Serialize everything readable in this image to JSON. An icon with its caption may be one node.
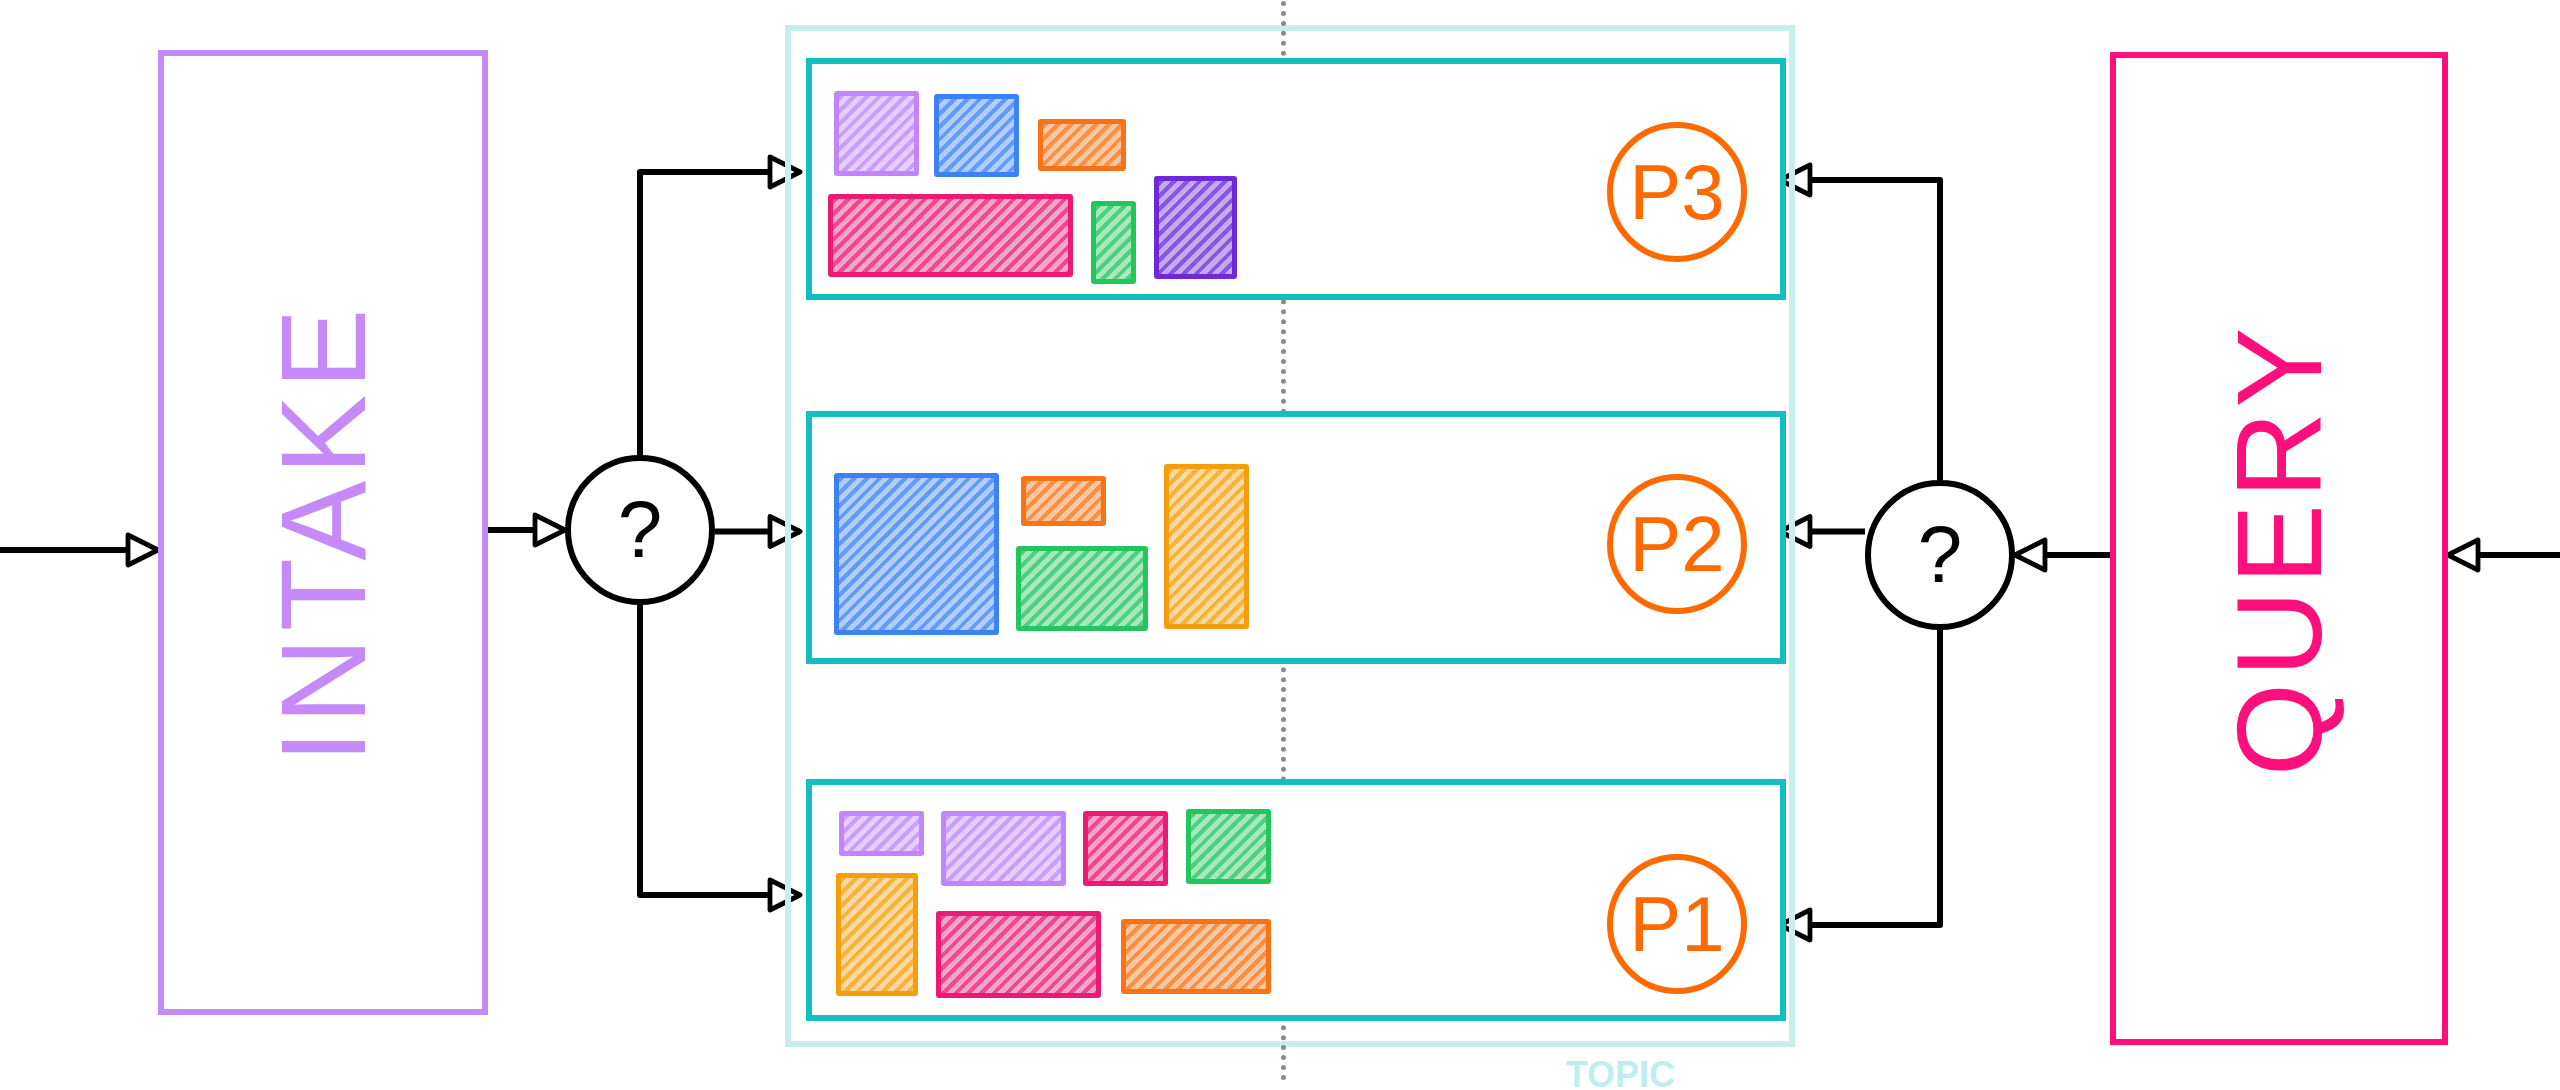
{
  "diagram": {
    "nodes": [
      {
        "text": [
          "INTAKE"
        ]
      },
      {
        "text": [
          "?"
        ]
      },
      {
        "text": [
          "TOPIC"
        ]
      },
      {
        "text": [],
        "shape": "box",
        "in": 2
      },
      {
        "text": [
          "P3"
        ],
        "in": 3
      },
      {
        "text": [],
        "shape": "box",
        "in": 2
      },
      {
        "text": [
          "P2"
        ],
        "in": 5
      },
      {
        "text": [],
        "shape": "box",
        "in": 2
      },
      {
        "text": [
          "P1"
        ],
        "in": 7
      },
      {
        "text": [
          "?"
        ]
      },
      {
        "text": [
          "QUERY"
        ]
      }
    ],
    "edges": [
      {
        "from": null,
        "to": 0,
        "arrow": "to"
      },
      {
        "from": 0,
        "to": 1,
        "arrow": "to"
      },
      {
        "from": 1,
        "to": 3,
        "arrow": "to"
      },
      {
        "from": 1,
        "to": 5,
        "arrow": "to"
      },
      {
        "from": 1,
        "to": 7,
        "arrow": "to"
      },
      {
        "from": 10,
        "to": 9,
        "arrow": "to"
      },
      {
        "from": 9,
        "to": 3,
        "arrow": "to"
      },
      {
        "from": 9,
        "to": 5,
        "arrow": "to"
      },
      {
        "from": 9,
        "to": 7,
        "arrow": "to"
      },
      {
        "from": null,
        "to": 10,
        "arrow": "to"
      }
    ]
  }
}
